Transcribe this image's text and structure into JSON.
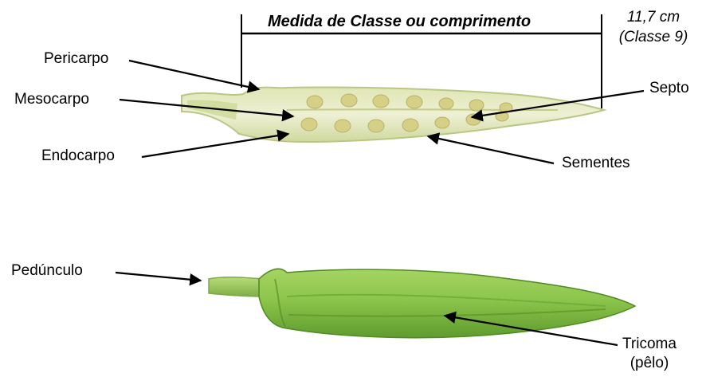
{
  "measure": {
    "title": "Medida de Classe ou comprimento",
    "value_line1": "11,7 cm",
    "value_line2": "(Classe 9)"
  },
  "labels": {
    "pericarpo": "Pericarpo",
    "mesocarpo": "Mesocarpo",
    "endocarpo": "Endocarpo",
    "septo": "Septo",
    "sementes": "Sementes",
    "pedunculo": "Pedúnculo",
    "tricoma_line1": "Tricoma",
    "tricoma_line2": "(pêlo)"
  },
  "colors": {
    "section_flesh": "#e8eccb",
    "section_edge": "#c9d49a",
    "seed": "#d9d28f",
    "pod_green": "#86c04a",
    "pod_dark": "#5d9a2c",
    "pod_light": "#b4dc74"
  }
}
